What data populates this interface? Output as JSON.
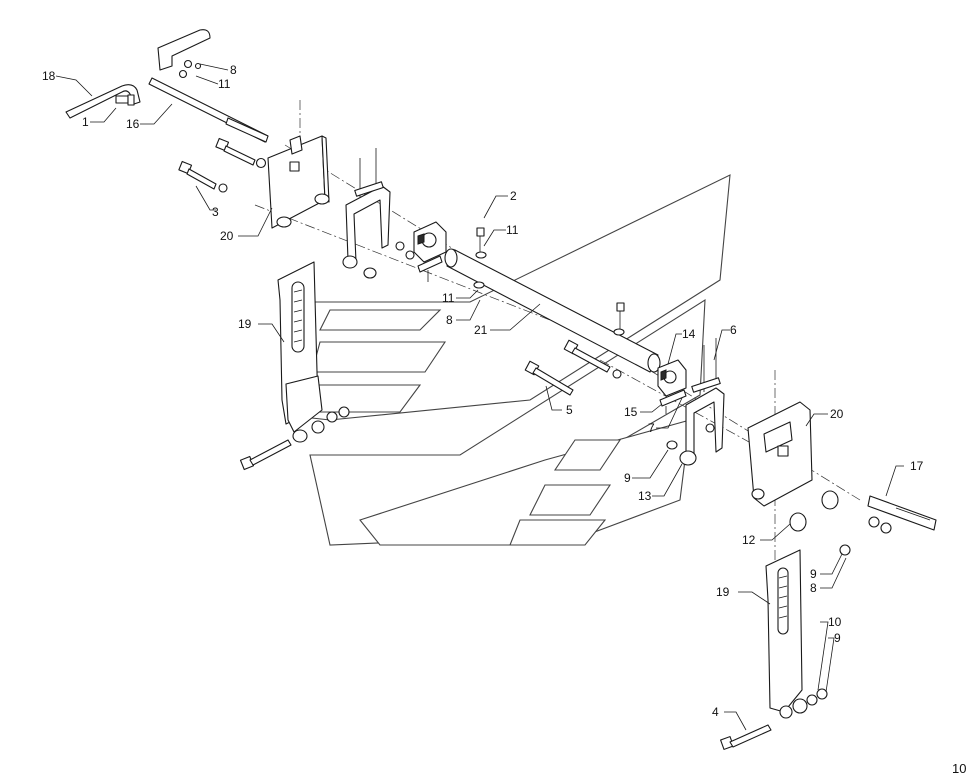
{
  "callouts": {
    "c1": "1",
    "c2": "2",
    "c3": "3",
    "c4": "4",
    "c5": "5",
    "c6": "6",
    "c7": "7",
    "c8a": "8",
    "c8b": "8",
    "c8c": "8",
    "c9a": "9",
    "c9b": "9",
    "c9c": "9",
    "c10": "10",
    "c11a": "11",
    "c11b": "11",
    "c11c": "11",
    "c12": "12",
    "c13": "13",
    "c14": "14",
    "c15": "15",
    "c16": "16",
    "c17": "17",
    "c18": "18",
    "c19a": "19",
    "c19b": "19",
    "c20a": "20",
    "c20b": "20",
    "c21": "21"
  },
  "sheet_number": "10"
}
